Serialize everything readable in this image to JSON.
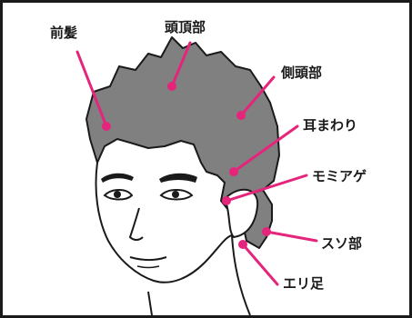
{
  "diagram": {
    "colors": {
      "hair": "#808080",
      "leader": "#e5247b",
      "outline": "#1a1a1a",
      "frame": "#1a1a1a"
    },
    "labels": {
      "maegami": "前髪",
      "touchoubu": "頭頂部",
      "sokutoubu": "側頭部",
      "mimimawari": "耳まわり",
      "momiage": "モミアゲ",
      "susobu": "スソ部",
      "eriashi": "エリ足"
    }
  }
}
